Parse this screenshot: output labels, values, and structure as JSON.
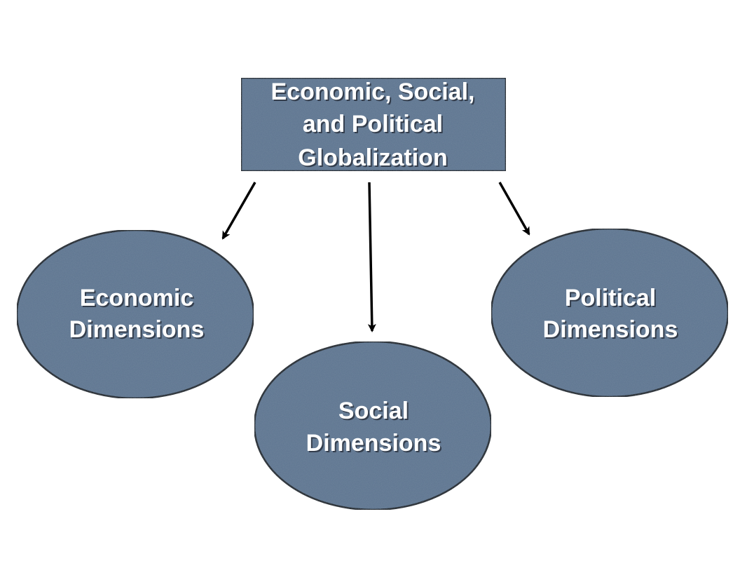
{
  "colors": {
    "node_fill": "#5d7590",
    "node_fill_light": "#6b84a0",
    "node_stroke": "#000000",
    "arrow": "#000000",
    "text": "#ffffff",
    "background": "#ffffff"
  },
  "nodes": {
    "top": {
      "lines": [
        "Economic, Social,",
        "and Political",
        "Globalization"
      ]
    },
    "economic": {
      "lines": [
        "Economic",
        "Dimensions"
      ]
    },
    "social": {
      "lines": [
        "Social",
        "Dimensions"
      ]
    },
    "political": {
      "lines": [
        "Political",
        "Dimensions"
      ]
    }
  },
  "edges": [
    {
      "from": "top",
      "to": "economic"
    },
    {
      "from": "top",
      "to": "social"
    },
    {
      "from": "top",
      "to": "political"
    }
  ]
}
